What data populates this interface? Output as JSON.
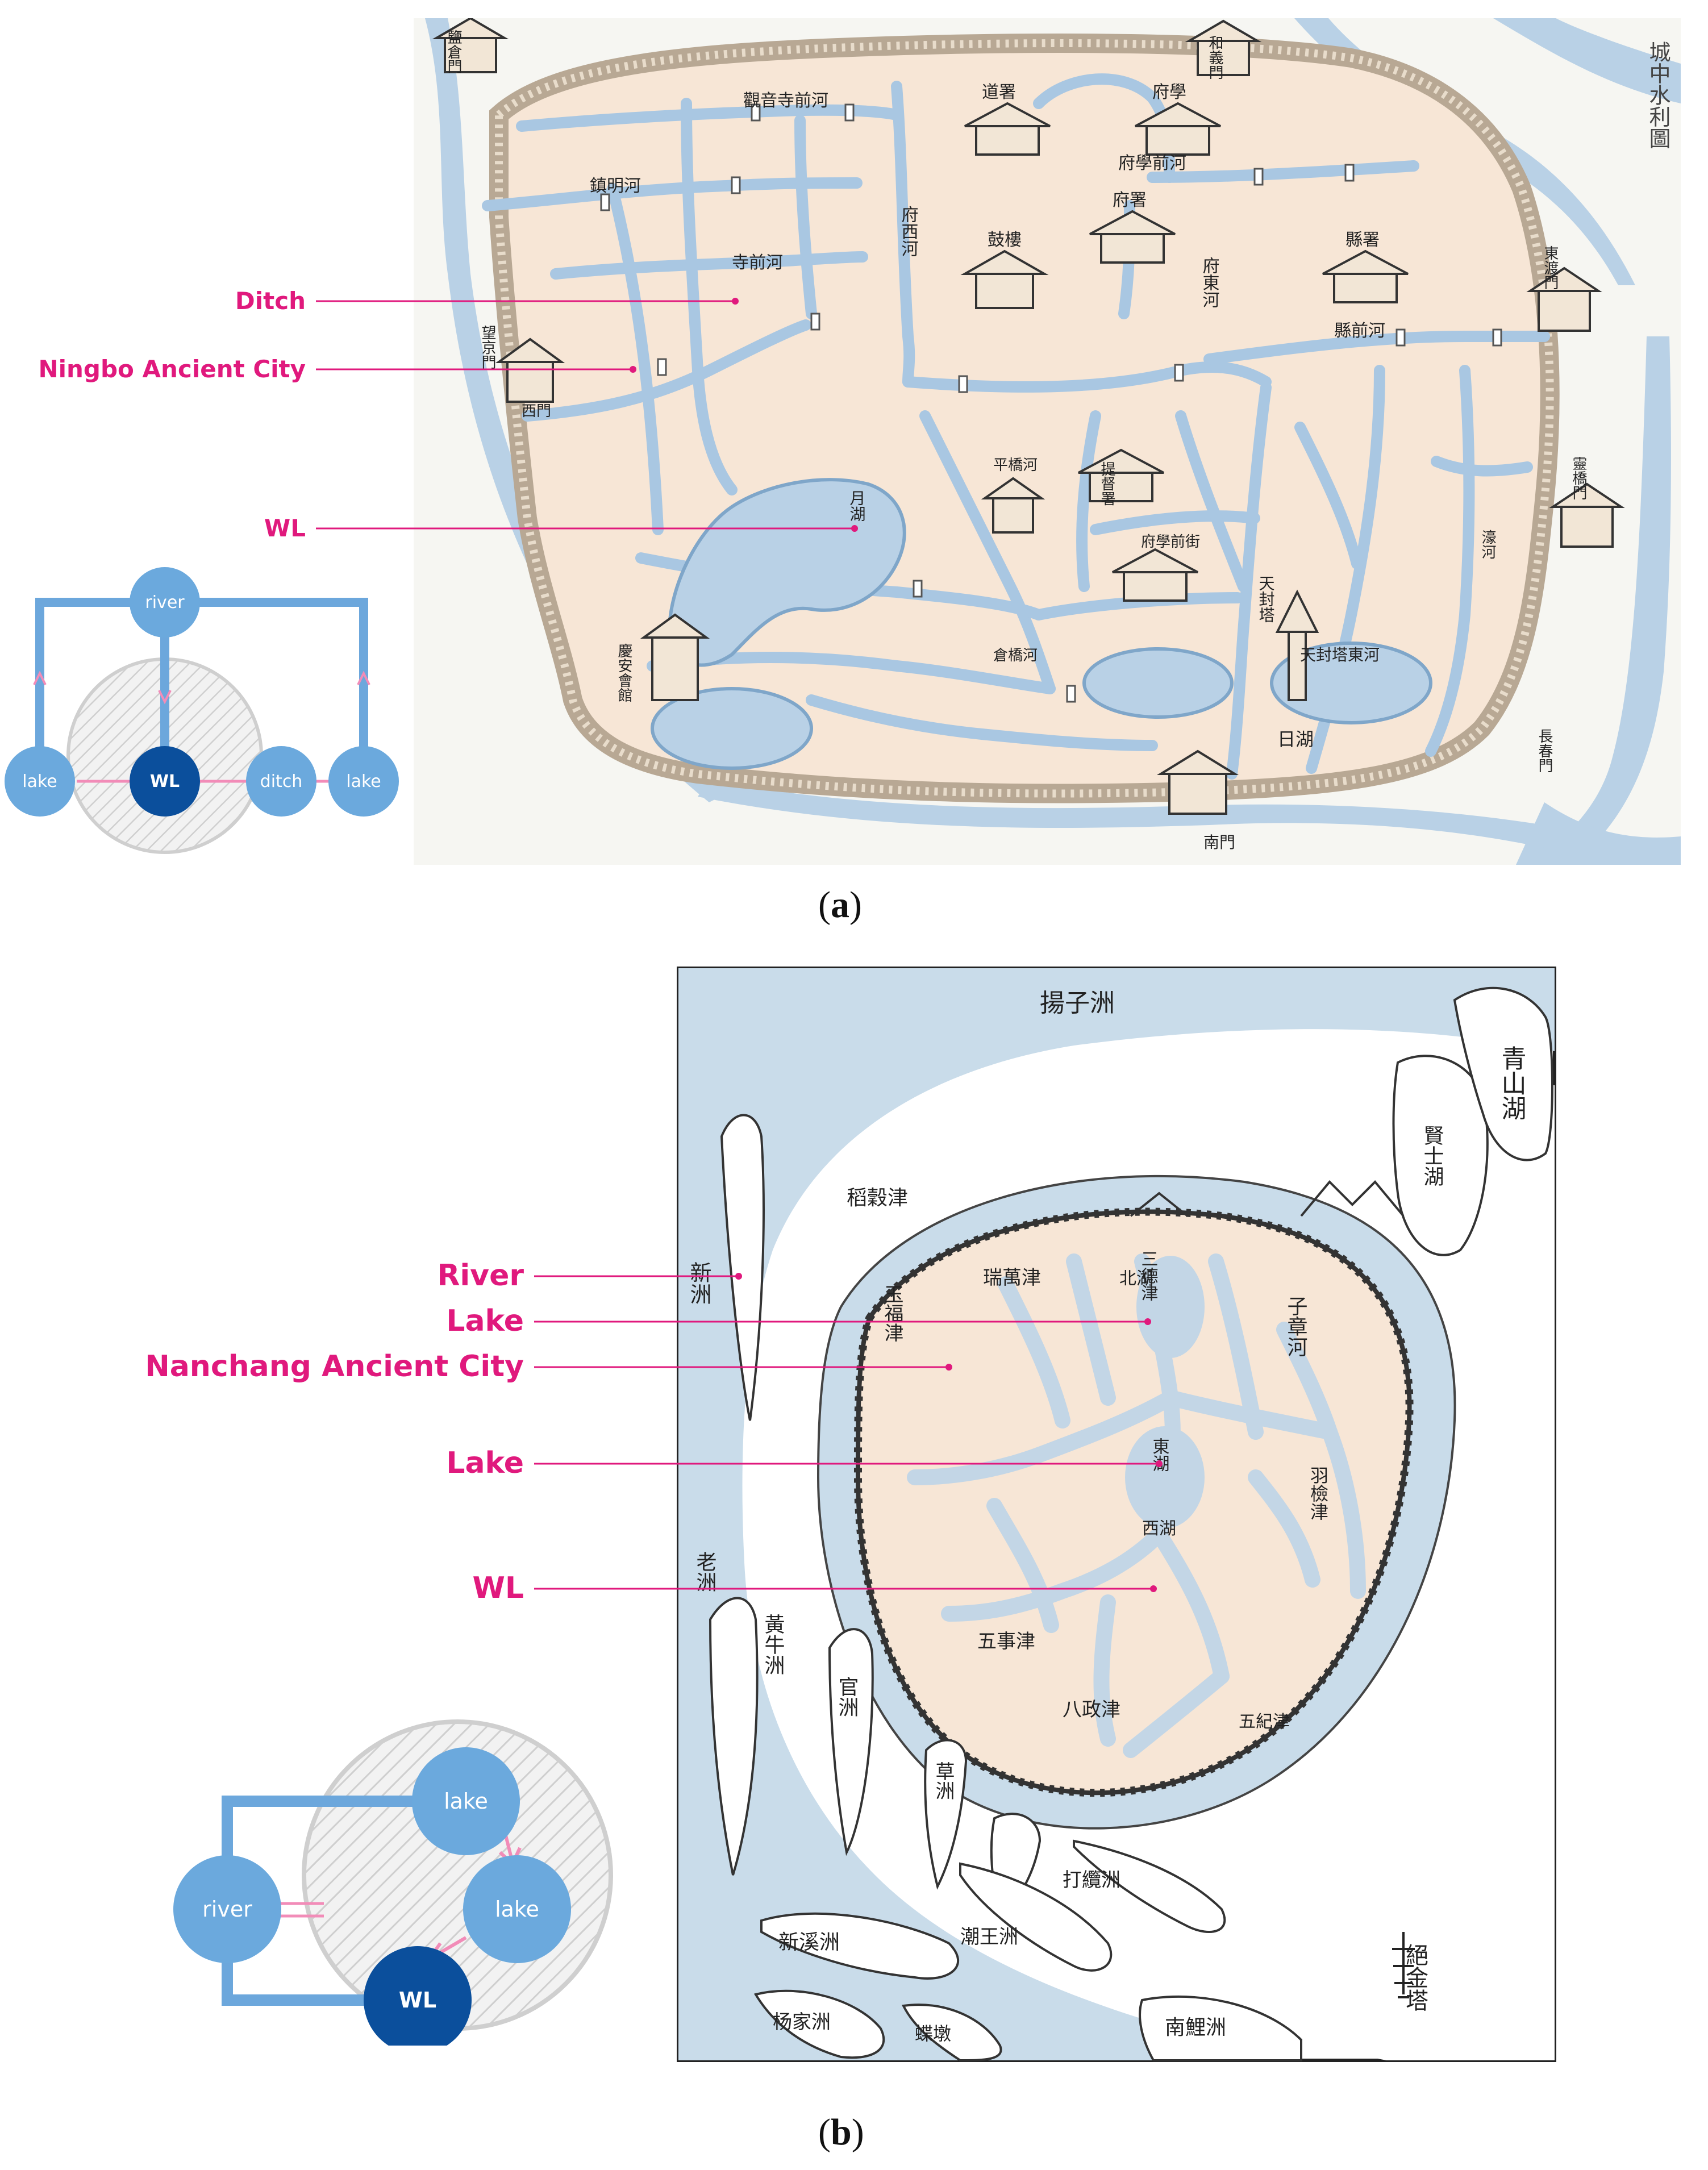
{
  "panel_a": {
    "callouts": [
      "Ditch",
      "Ningbo Ancient City",
      "WL"
    ],
    "diagram": {
      "river": "river",
      "lake_left": "lake",
      "wl": "WL",
      "ditch": "ditch",
      "lake_right": "lake"
    },
    "map_title": "城中水利圖",
    "map_labels": [
      "鎮明河",
      "寺前河",
      "觀音寺前河",
      "府西河",
      "道署",
      "府學",
      "府學前河",
      "府署",
      "府東河",
      "縣署",
      "縣前河",
      "鼓樓",
      "月湖",
      "天封塔",
      "天封塔東河",
      "日湖",
      "南門",
      "東渡門",
      "和義門",
      "鹽倉門",
      "西門",
      "望京門",
      "長春門",
      "靈橋門",
      "慶安會館",
      "提督署",
      "府學前街",
      "平橋河",
      "倉橋河",
      "濠河"
    ],
    "caption": {
      "open": "(",
      "letter": "a",
      "close": ")"
    }
  },
  "panel_b": {
    "callouts": [
      "River",
      "Lake",
      "Nanchang Ancient City",
      "Lake",
      "WL"
    ],
    "diagram": {
      "river": "river",
      "lake_top": "lake",
      "lake_mid": "lake",
      "wl": "WL"
    },
    "map_labels": [
      "揚子洲",
      "青山湖",
      "賢士湖",
      "稻穀津",
      "新洲",
      "瑞萬津",
      "玉福津",
      "三德津",
      "北湖",
      "子章河",
      "東湖",
      "西湖",
      "羽檢津",
      "老洲",
      "黃牛洲",
      "五事津",
      "八政津",
      "五紀津",
      "官洲",
      "草洲",
      "打纜洲",
      "新溪洲",
      "潮王洲",
      "杨家洲",
      "蝶墩",
      "南鯉洲",
      "絕金塔"
    ],
    "caption": {
      "open": "(",
      "letter": "b",
      "close": ")"
    }
  },
  "colors": {
    "accent": "#e0197d",
    "water": "#b9d1e6",
    "water_dark": "#7fa6c9",
    "city_fill": "#f7e6d6",
    "node_light": "#6ba9dd",
    "node_dark": "#0b4f9c",
    "frame_blue": "#6ca7dc"
  }
}
